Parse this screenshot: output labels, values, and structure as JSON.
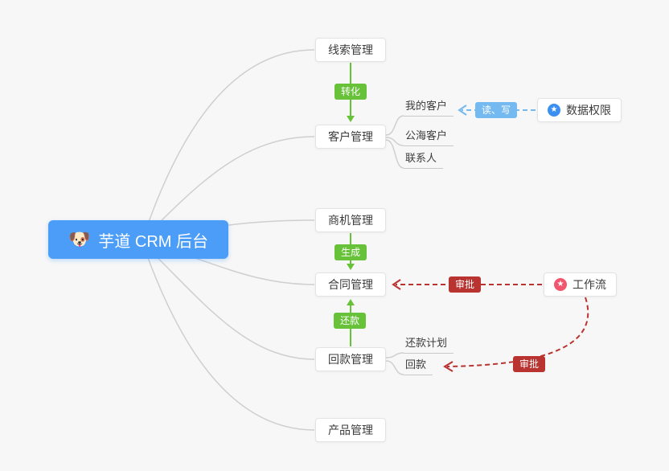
{
  "page": {
    "background": "#f7f7f7"
  },
  "root": {
    "label": "芋道 CRM 后台",
    "emoji": "🐶",
    "color": "#4b9df8"
  },
  "modules": {
    "leads": "线索管理",
    "customer": "客户管理",
    "opportunity": "商机管理",
    "contract": "合同管理",
    "receivable": "回款管理",
    "product": "产品管理"
  },
  "customer_children": [
    "我的客户",
    "公海客户",
    "联系人"
  ],
  "receivable_children": [
    "还款计划",
    "回款"
  ],
  "side_nodes": {
    "data_permission": {
      "label": "数据权限",
      "icon": "★",
      "icon_color": "#3a8ff0"
    },
    "workflow": {
      "label": "工作流",
      "icon": "★",
      "icon_color": "#f2566e"
    }
  },
  "edge_labels": {
    "convert": "转化",
    "generate": "生成",
    "repay": "还款",
    "read_write": "读、写",
    "approve_contract": "审批",
    "approve_receivable": "审批"
  },
  "colors": {
    "green": "#67c23a",
    "blue_badge": "#74b9f0",
    "red": "#b93330",
    "root_blue": "#4b9df8",
    "wire_gray": "#cfcfcf"
  }
}
